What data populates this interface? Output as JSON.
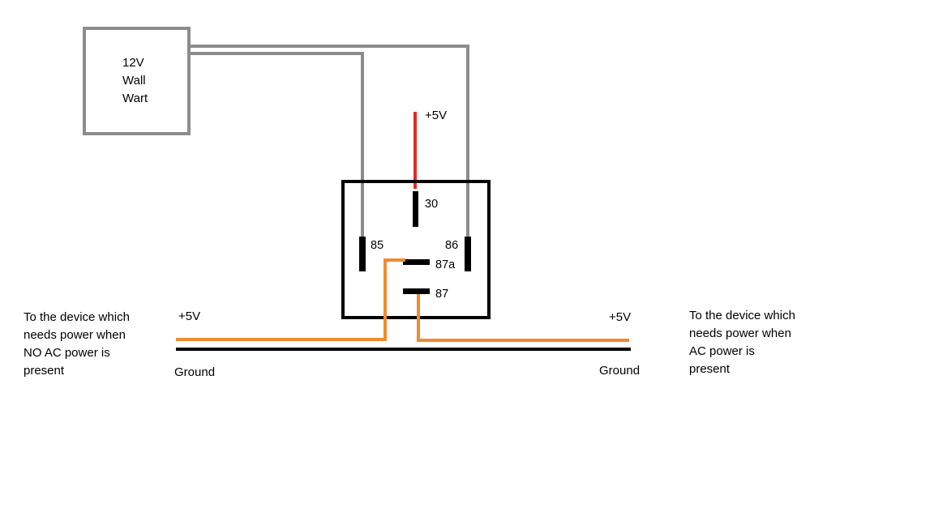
{
  "wall_wart": {
    "lines": [
      "12V",
      "Wall",
      "Wart"
    ]
  },
  "relay": {
    "supply_label": "+5V",
    "pins": {
      "p30": "30",
      "p85": "85",
      "p86": "86",
      "p87a": "87a",
      "p87": "87"
    }
  },
  "left_output": {
    "plus_label": "+5V",
    "ground_label": "Ground",
    "description": [
      "To the device which",
      "needs power when",
      "NO AC power is",
      "present"
    ]
  },
  "right_output": {
    "plus_label": "+5V",
    "ground_label": "Ground",
    "description": [
      "To the device which",
      "needs power when",
      "AC power is",
      "present"
    ]
  },
  "colors": {
    "wall_wart_wire": "#8c8c8c",
    "supply_wire": "#e8262a",
    "output_wire": "#f28a30",
    "ground_wire": "#000000",
    "outline": "#000000"
  }
}
